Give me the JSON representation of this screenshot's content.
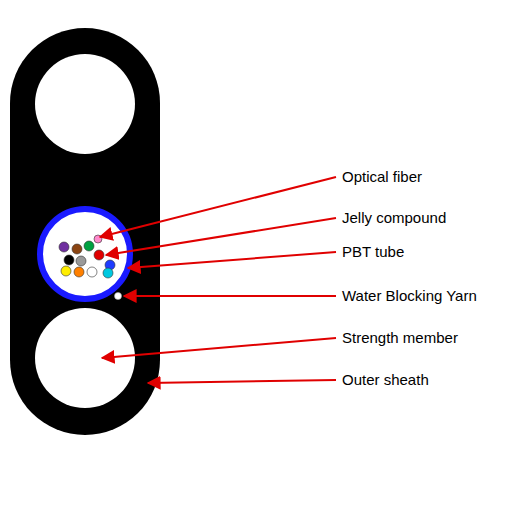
{
  "diagram": {
    "labels": [
      "Optical fiber",
      "Jelly compound",
      "PBT tube",
      "Water Blocking Yarn",
      "Strength member",
      "Outer sheath"
    ]
  }
}
